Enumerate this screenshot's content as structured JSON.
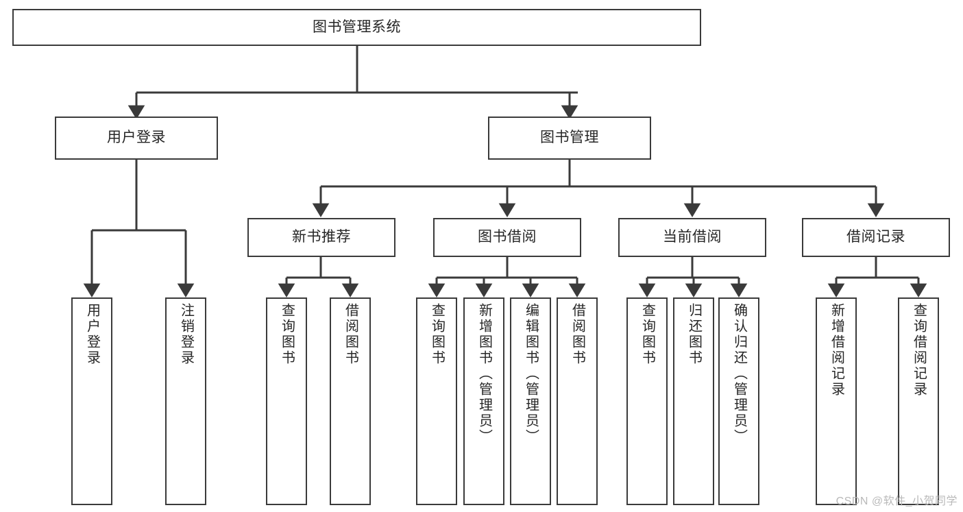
{
  "diagram": {
    "type": "tree-hierarchy",
    "title": "图书管理系统",
    "watermark": "CSDN @软件_小贺同学",
    "colors": {
      "box_border": "#3a3a3a",
      "box_fill": "#ffffff",
      "text": "#262626",
      "connector": "#3a3a3a",
      "watermark": "#b9b9b9",
      "background": "#ffffff"
    },
    "nodes": {
      "root": {
        "label": "图书管理系统"
      },
      "level2": [
        {
          "label": "用户登录"
        },
        {
          "label": "图书管理"
        }
      ],
      "level3": [
        {
          "label": "新书推荐"
        },
        {
          "label": "图书借阅"
        },
        {
          "label": "当前借阅"
        },
        {
          "label": "借阅记录"
        }
      ],
      "leaves": {
        "user_login": [
          {
            "label": "用户登录"
          },
          {
            "label": "注销登录"
          }
        ],
        "new_book": [
          {
            "label": "查询图书"
          },
          {
            "label": "借阅图书"
          }
        ],
        "book_borrow": [
          {
            "label": "查询图书"
          },
          {
            "label": "新增图书（管理员）"
          },
          {
            "label": "编辑图书（管理员）"
          },
          {
            "label": "借阅图书"
          }
        ],
        "current_borrow": [
          {
            "label": "查询图书"
          },
          {
            "label": "归还图书"
          },
          {
            "label": "确认归还（管理员）"
          }
        ],
        "borrow_record": [
          {
            "label": "新增借阅记录"
          },
          {
            "label": "查询借阅记录"
          }
        ]
      }
    }
  }
}
